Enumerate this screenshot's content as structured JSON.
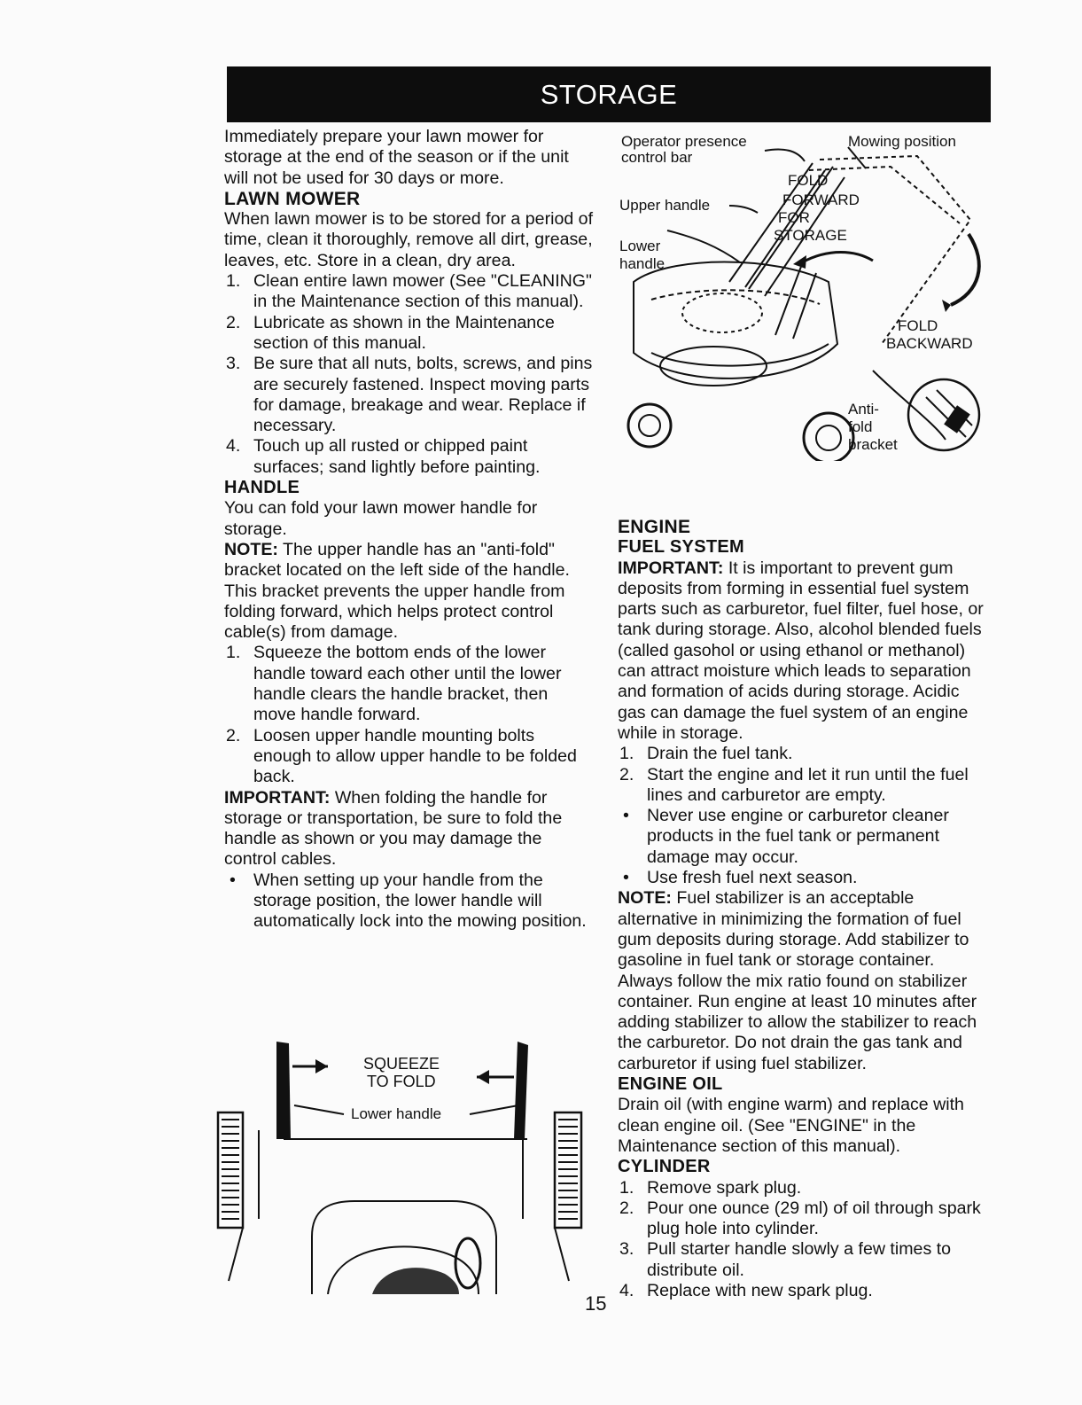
{
  "banner": "STORAGE",
  "intro": "Immediately prepare your lawn mower for storage at the end of the season or if the unit will not be used for 30 days or more.",
  "lawn_mower": {
    "heading": "LAWN MOWER",
    "para": "When lawn mower is to be stored for a period of time, clean it thoroughly, remove all dirt, grease, leaves, etc. Store in a clean, dry area.",
    "steps": [
      {
        "n": "1.",
        "text": "Clean entire lawn mower (See \"CLEANING\" in the Maintenance section of this manual)."
      },
      {
        "n": "2.",
        "text": "Lubricate as shown in the Maintenance section of this manual."
      },
      {
        "n": "3.",
        "text": "Be sure that all nuts, bolts, screws, and pins are securely fastened. Inspect moving parts for damage, breakage and wear. Replace if necessary."
      },
      {
        "n": "4.",
        "text": "Touch up all rusted or chipped paint surfaces; sand lightly before painting."
      }
    ]
  },
  "handle": {
    "heading": "HANDLE",
    "para": "You can fold your lawn mower handle for storage.",
    "note_label": "NOTE:",
    "note_text": " The upper handle has an \"anti-fold\" bracket located on the left side of the handle. This bracket prevents the upper handle from folding forward, which helps protect control cable(s) from damage.",
    "steps": [
      {
        "n": "1.",
        "text": "Squeeze the bottom ends of the lower handle toward each other until the lower handle clears the handle bracket, then move handle forward."
      },
      {
        "n": "2.",
        "text": "Loosen upper handle mounting bolts enough to allow upper handle to be folded back."
      }
    ],
    "important_label": "IMPORTANT:",
    "important_text": " When folding the handle for storage or transportation, be sure to fold the handle as shown or you may damage the control cables.",
    "bullets": [
      {
        "n": "•",
        "text": "When setting up your handle from the storage position, the lower handle will automatically lock into the mowing position."
      }
    ]
  },
  "fig_top": {
    "operator_presence": "Operator presence",
    "control_bar": "control bar",
    "upper_handle": "Upper handle",
    "lower": "Lower",
    "handle": "handle",
    "mowing_position": "Mowing position",
    "fold_forward_1": "FOLD",
    "fold_forward_2": "FORWARD",
    "fold_forward_3": "FOR",
    "fold_forward_4": "STORAGE",
    "fold_backward_1": "FOLD",
    "fold_backward_2": "BACKWARD",
    "anti": "Anti-",
    "fold": "fold",
    "bracket": "bracket"
  },
  "fig_bottom": {
    "squeeze": "SQUEEZE",
    "to_fold": "TO FOLD",
    "lower_handle": "Lower handle"
  },
  "engine": {
    "heading": "ENGINE",
    "fuel_heading": "FUEL SYSTEM",
    "important_label": "IMPORTANT:",
    "important_text": " It is important to prevent gum deposits from forming in essential fuel system parts such as carburetor, fuel filter, fuel hose, or tank during storage. Also, alcohol blended fuels (called gasohol or using ethanol or methanol) can attract moisture which leads to separation and formation of acids during storage. Acidic gas can damage the fuel system of an engine while in storage.",
    "steps": [
      {
        "n": "1.",
        "text": "Drain the fuel tank."
      },
      {
        "n": "2.",
        "text": "Start the engine and let it run until the fuel lines and carburetor are empty."
      }
    ],
    "bullets": [
      {
        "n": "•",
        "text": "Never use engine or carburetor cleaner products in the fuel tank or permanent damage may occur."
      },
      {
        "n": "•",
        "text": "Use fresh fuel next season."
      }
    ],
    "note_label": "NOTE:",
    "note_text": " Fuel stabilizer is an acceptable alternative in minimizing the formation of fuel gum deposits during storage. Add stabilizer to gasoline in fuel tank or storage container. Always follow the mix ratio found on stabilizer container. Run engine at least 10 minutes after adding stabilizer to allow the stabilizer to reach the carburetor. Do not drain the gas tank and carburetor if using fuel stabilizer.",
    "oil_heading": "ENGINE OIL",
    "oil_text": "Drain oil (with engine warm) and replace with clean engine oil. (See \"ENGINE\" in the Maintenance section of this manual).",
    "cyl_heading": "CYLINDER",
    "cyl_steps": [
      {
        "n": "1.",
        "text": "Remove spark plug."
      },
      {
        "n": "2.",
        "text": "Pour one ounce (29 ml) of oil through spark plug hole into cylinder."
      },
      {
        "n": "3.",
        "text": "Pull starter handle slowly a few times to distribute oil."
      },
      {
        "n": "4.",
        "text": "Replace with new spark plug."
      }
    ]
  },
  "page_number": "15"
}
